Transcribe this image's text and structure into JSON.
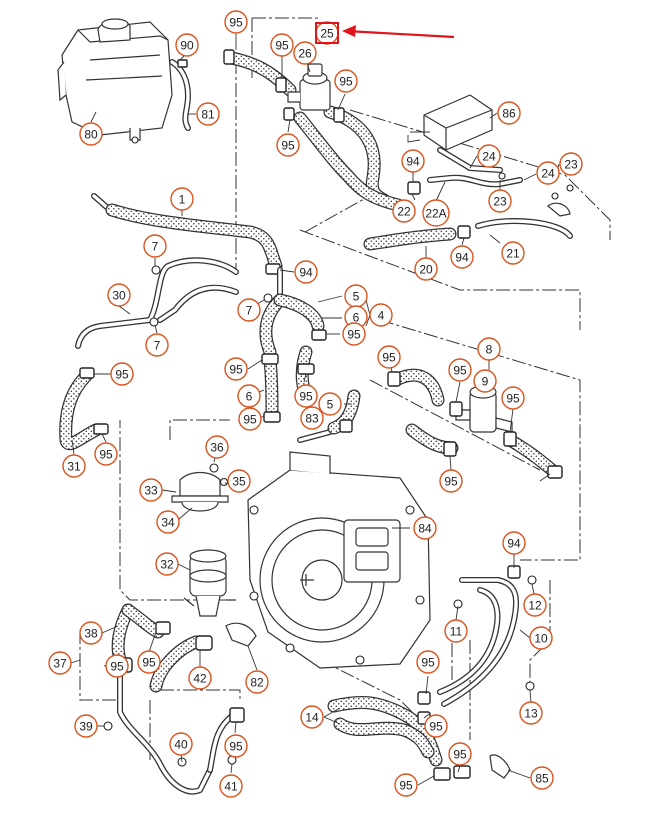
{
  "highlight": {
    "label": "25",
    "color": "#e0141a"
  },
  "callout_color": "#d9541e",
  "hose_pattern": "dotted-hose",
  "callouts": [
    {
      "id": "c95a",
      "label": "95"
    },
    {
      "id": "c25",
      "label": "25"
    },
    {
      "id": "c95b",
      "label": "95"
    },
    {
      "id": "c26",
      "label": "26"
    },
    {
      "id": "c90",
      "label": "90"
    },
    {
      "id": "c95c",
      "label": "95"
    },
    {
      "id": "c81",
      "label": "81"
    },
    {
      "id": "c80",
      "label": "80"
    },
    {
      "id": "c95d",
      "label": "95"
    },
    {
      "id": "c86",
      "label": "86"
    },
    {
      "id": "c94a",
      "label": "94"
    },
    {
      "id": "c24a",
      "label": "24"
    },
    {
      "id": "c24b",
      "label": "24"
    },
    {
      "id": "c23a",
      "label": "23"
    },
    {
      "id": "c23b",
      "label": "23"
    },
    {
      "id": "c22",
      "label": "22"
    },
    {
      "id": "c22a",
      "label": "22A"
    },
    {
      "id": "c1",
      "label": "1"
    },
    {
      "id": "c7a",
      "label": "7"
    },
    {
      "id": "c94b",
      "label": "94"
    },
    {
      "id": "c20",
      "label": "20"
    },
    {
      "id": "c21",
      "label": "21"
    },
    {
      "id": "c94c",
      "label": "94"
    },
    {
      "id": "c30",
      "label": "30"
    },
    {
      "id": "c7b",
      "label": "7"
    },
    {
      "id": "c5a",
      "label": "5"
    },
    {
      "id": "c6a",
      "label": "6"
    },
    {
      "id": "c4",
      "label": "4"
    },
    {
      "id": "c95e",
      "label": "95"
    },
    {
      "id": "c7c",
      "label": "7"
    },
    {
      "id": "c95f",
      "label": "95"
    },
    {
      "id": "c95g",
      "label": "95"
    },
    {
      "id": "c95h",
      "label": "95"
    },
    {
      "id": "c8",
      "label": "8"
    },
    {
      "id": "c9",
      "label": "9"
    },
    {
      "id": "c95i",
      "label": "95"
    },
    {
      "id": "c95j",
      "label": "95"
    },
    {
      "id": "c6b",
      "label": "6"
    },
    {
      "id": "c95k",
      "label": "95"
    },
    {
      "id": "c83",
      "label": "83"
    },
    {
      "id": "c5b",
      "label": "5"
    },
    {
      "id": "c31",
      "label": "31"
    },
    {
      "id": "c95l",
      "label": "95"
    },
    {
      "id": "c95m",
      "label": "95"
    },
    {
      "id": "c95n",
      "label": "95"
    },
    {
      "id": "c36",
      "label": "36"
    },
    {
      "id": "c33",
      "label": "33"
    },
    {
      "id": "c35",
      "label": "35"
    },
    {
      "id": "c34",
      "label": "34"
    },
    {
      "id": "c84",
      "label": "84"
    },
    {
      "id": "c32",
      "label": "32"
    },
    {
      "id": "c94d",
      "label": "94"
    },
    {
      "id": "c12",
      "label": "12"
    },
    {
      "id": "c11",
      "label": "11"
    },
    {
      "id": "c10",
      "label": "10"
    },
    {
      "id": "c38",
      "label": "38"
    },
    {
      "id": "c37",
      "label": "37"
    },
    {
      "id": "c95o",
      "label": "95"
    },
    {
      "id": "c95p",
      "label": "95"
    },
    {
      "id": "c42",
      "label": "42"
    },
    {
      "id": "c82",
      "label": "82"
    },
    {
      "id": "c95q",
      "label": "95"
    },
    {
      "id": "c13",
      "label": "13"
    },
    {
      "id": "c14",
      "label": "14"
    },
    {
      "id": "c95r",
      "label": "95"
    },
    {
      "id": "c39",
      "label": "39"
    },
    {
      "id": "c40",
      "label": "40"
    },
    {
      "id": "c95s",
      "label": "95"
    },
    {
      "id": "c95t",
      "label": "95"
    },
    {
      "id": "c95u",
      "label": "95"
    },
    {
      "id": "c85",
      "label": "85"
    },
    {
      "id": "c41",
      "label": "41"
    }
  ]
}
